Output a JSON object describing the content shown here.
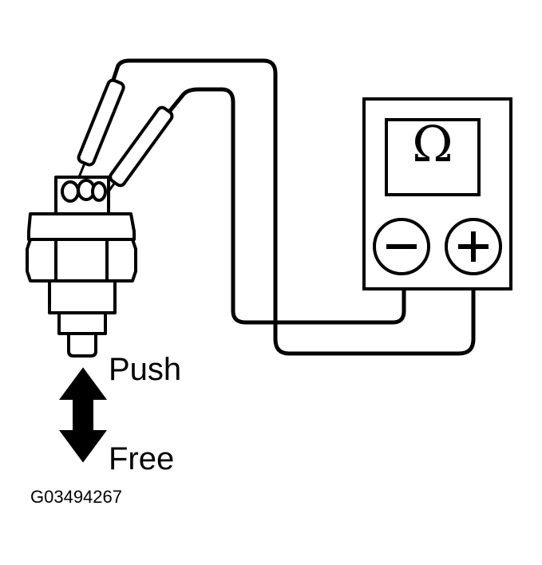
{
  "labels": {
    "push": "Push",
    "free": "Free",
    "figure_code": "G03494267"
  },
  "ohmmeter": {
    "display_symbol": "Ω",
    "terminal_negative": "−",
    "terminal_positive": "+"
  },
  "icons": {
    "motion_arrow": "double-headed-arrow-icon",
    "sensor": "pressure-switch-icon",
    "probes": "test-probe-icon"
  },
  "colors": {
    "ink": "#000000",
    "background": "#ffffff"
  }
}
